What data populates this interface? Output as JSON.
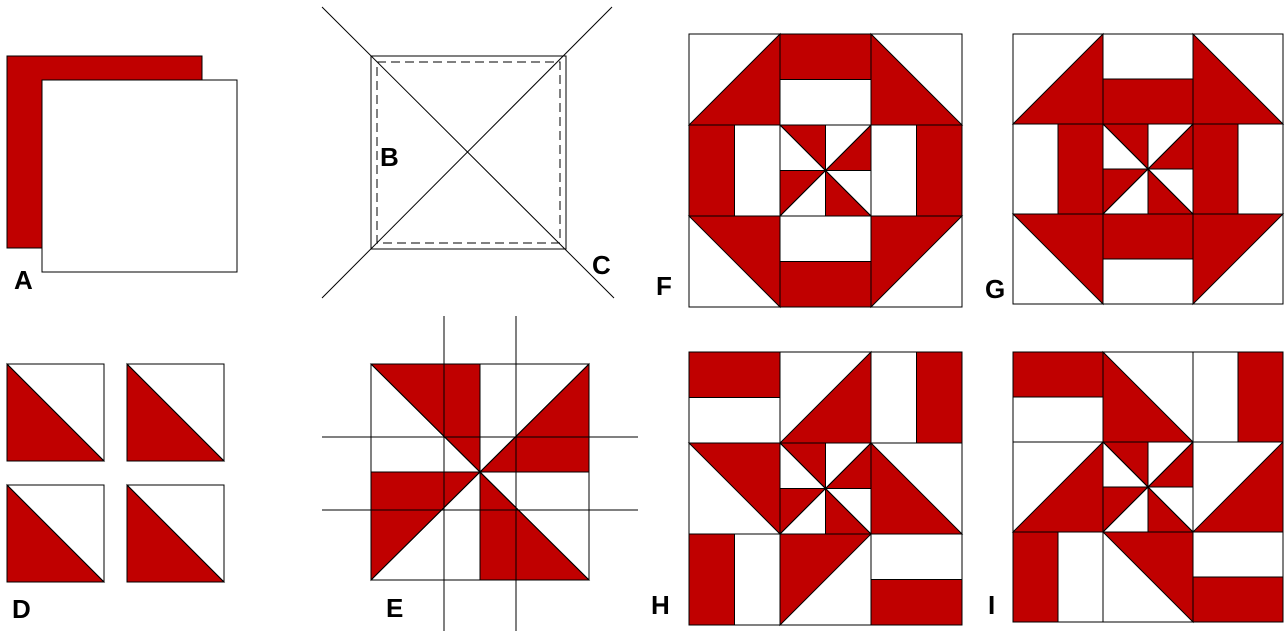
{
  "colors": {
    "fill": "#c00000",
    "line": "#000000",
    "background": "#ffffff"
  },
  "labels": {
    "a": "A",
    "b": "B",
    "c": "C",
    "d": "D",
    "e": "E",
    "f": "F",
    "g": "G",
    "h": "H",
    "i": "I"
  }
}
